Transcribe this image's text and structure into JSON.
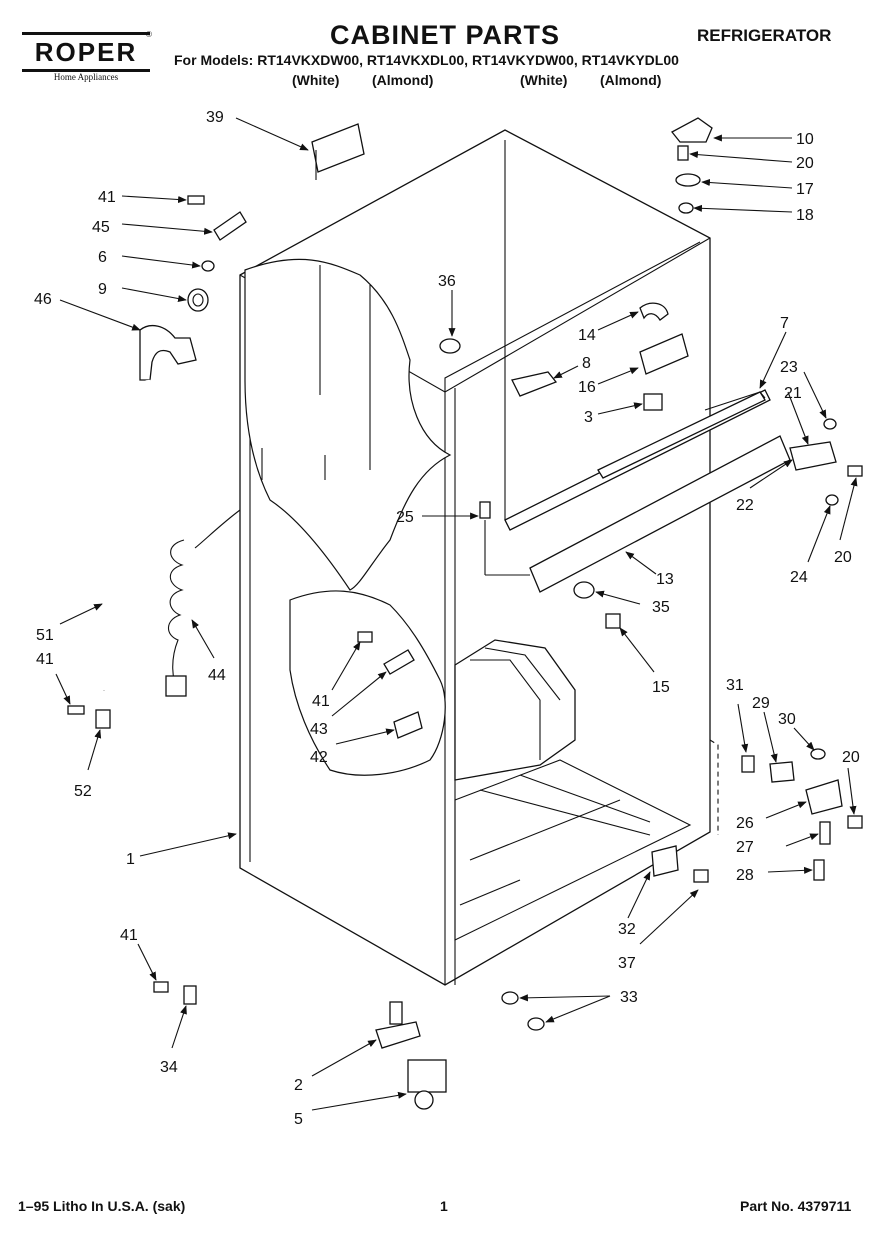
{
  "header": {
    "brand": "ROPER",
    "brand_tm": "®",
    "brand_sub": "Home Appliances",
    "title": "CABINET PARTS",
    "category": "REFRIGERATOR",
    "models_line": "For Models: RT14VKXDW00, RT14VKXDL00, RT14VKYDW00, RT14VKYDL00",
    "colors": [
      "(White)",
      "(Almond)",
      "(White)",
      "(Almond)"
    ]
  },
  "footer": {
    "left": "1–95 Litho In U.S.A. (sak)",
    "center": "1",
    "right": "Part No. 4379711"
  },
  "callouts": [
    {
      "id": "c39",
      "label": "39"
    },
    {
      "id": "c10",
      "label": "10"
    },
    {
      "id": "c20a",
      "label": "20"
    },
    {
      "id": "c17",
      "label": "17"
    },
    {
      "id": "c18",
      "label": "18"
    },
    {
      "id": "c41a",
      "label": "41"
    },
    {
      "id": "c45",
      "label": "45"
    },
    {
      "id": "c6",
      "label": "6"
    },
    {
      "id": "c9",
      "label": "9"
    },
    {
      "id": "c46",
      "label": "46"
    },
    {
      "id": "c36",
      "label": "36"
    },
    {
      "id": "c14",
      "label": "14"
    },
    {
      "id": "c7",
      "label": "7"
    },
    {
      "id": "c8",
      "label": "8"
    },
    {
      "id": "c16",
      "label": "16"
    },
    {
      "id": "c23",
      "label": "23"
    },
    {
      "id": "c21",
      "label": "21"
    },
    {
      "id": "c3",
      "label": "3"
    },
    {
      "id": "c22",
      "label": "22"
    },
    {
      "id": "c25",
      "label": "25"
    },
    {
      "id": "c20b",
      "label": "20"
    },
    {
      "id": "c24",
      "label": "24"
    },
    {
      "id": "c13",
      "label": "13"
    },
    {
      "id": "c35",
      "label": "35"
    },
    {
      "id": "c51",
      "label": "51"
    },
    {
      "id": "c41b",
      "label": "41"
    },
    {
      "id": "c44",
      "label": "44"
    },
    {
      "id": "c15",
      "label": "15"
    },
    {
      "id": "c41c",
      "label": "41"
    },
    {
      "id": "c43",
      "label": "43"
    },
    {
      "id": "c31",
      "label": "31"
    },
    {
      "id": "c29",
      "label": "29"
    },
    {
      "id": "c30",
      "label": "30"
    },
    {
      "id": "c20c",
      "label": "20"
    },
    {
      "id": "c42",
      "label": "42"
    },
    {
      "id": "c52",
      "label": "52"
    },
    {
      "id": "c26",
      "label": "26"
    },
    {
      "id": "c1",
      "label": "1"
    },
    {
      "id": "c27",
      "label": "27"
    },
    {
      "id": "c28",
      "label": "28"
    },
    {
      "id": "c41d",
      "label": "41"
    },
    {
      "id": "c32",
      "label": "32"
    },
    {
      "id": "c37",
      "label": "37"
    },
    {
      "id": "c33",
      "label": "33"
    },
    {
      "id": "c34",
      "label": "34"
    },
    {
      "id": "c2",
      "label": "2"
    },
    {
      "id": "c5",
      "label": "5"
    }
  ]
}
